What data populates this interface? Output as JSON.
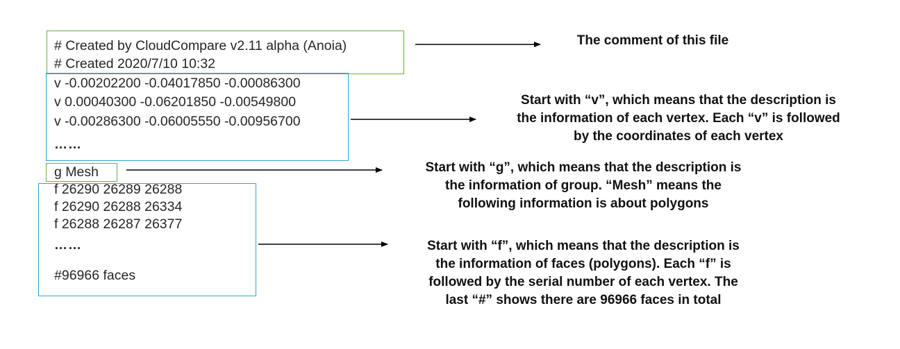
{
  "header_lines": [
    "# Created by CloudCompare v2.11 alpha (Anoia)",
    "# Created 2020/7/10 10:32"
  ],
  "vertex_lines": [
    "v -0.00202200 -0.04017850 -0.00086300",
    "v 0.00040300 -0.06201850 -0.00549800",
    "v -0.00286300 -0.06005550 -0.00956700"
  ],
  "vertex_ellipsis": "……",
  "group_line": "g Mesh",
  "face_lines": [
    "f 26290 26289 26288",
    "f 26290 26288 26334",
    "f 26288 26287 26377"
  ],
  "face_ellipsis": "……",
  "face_count_line": "#96966 faces",
  "annotations": {
    "comment": [
      "The comment of this file"
    ],
    "vertex": [
      "Start with “v”, which means that the description is",
      "the information of each vertex. Each “v” is followed",
      "by the coordinates of each vertex"
    ],
    "group": [
      "Start with “g”, which means that the description is",
      "the information of group. “Mesh” means the",
      "following information is about polygons"
    ],
    "face": [
      "Start with “f”, which means that the description is",
      "the information of faces (polygons). Each “f” is",
      "followed by the serial number of each vertex. The",
      "last “#” shows there are 96966 faces in total"
    ]
  },
  "colors": {
    "green_border": "#70ad47",
    "blue_border": "#2ea3d6"
  }
}
